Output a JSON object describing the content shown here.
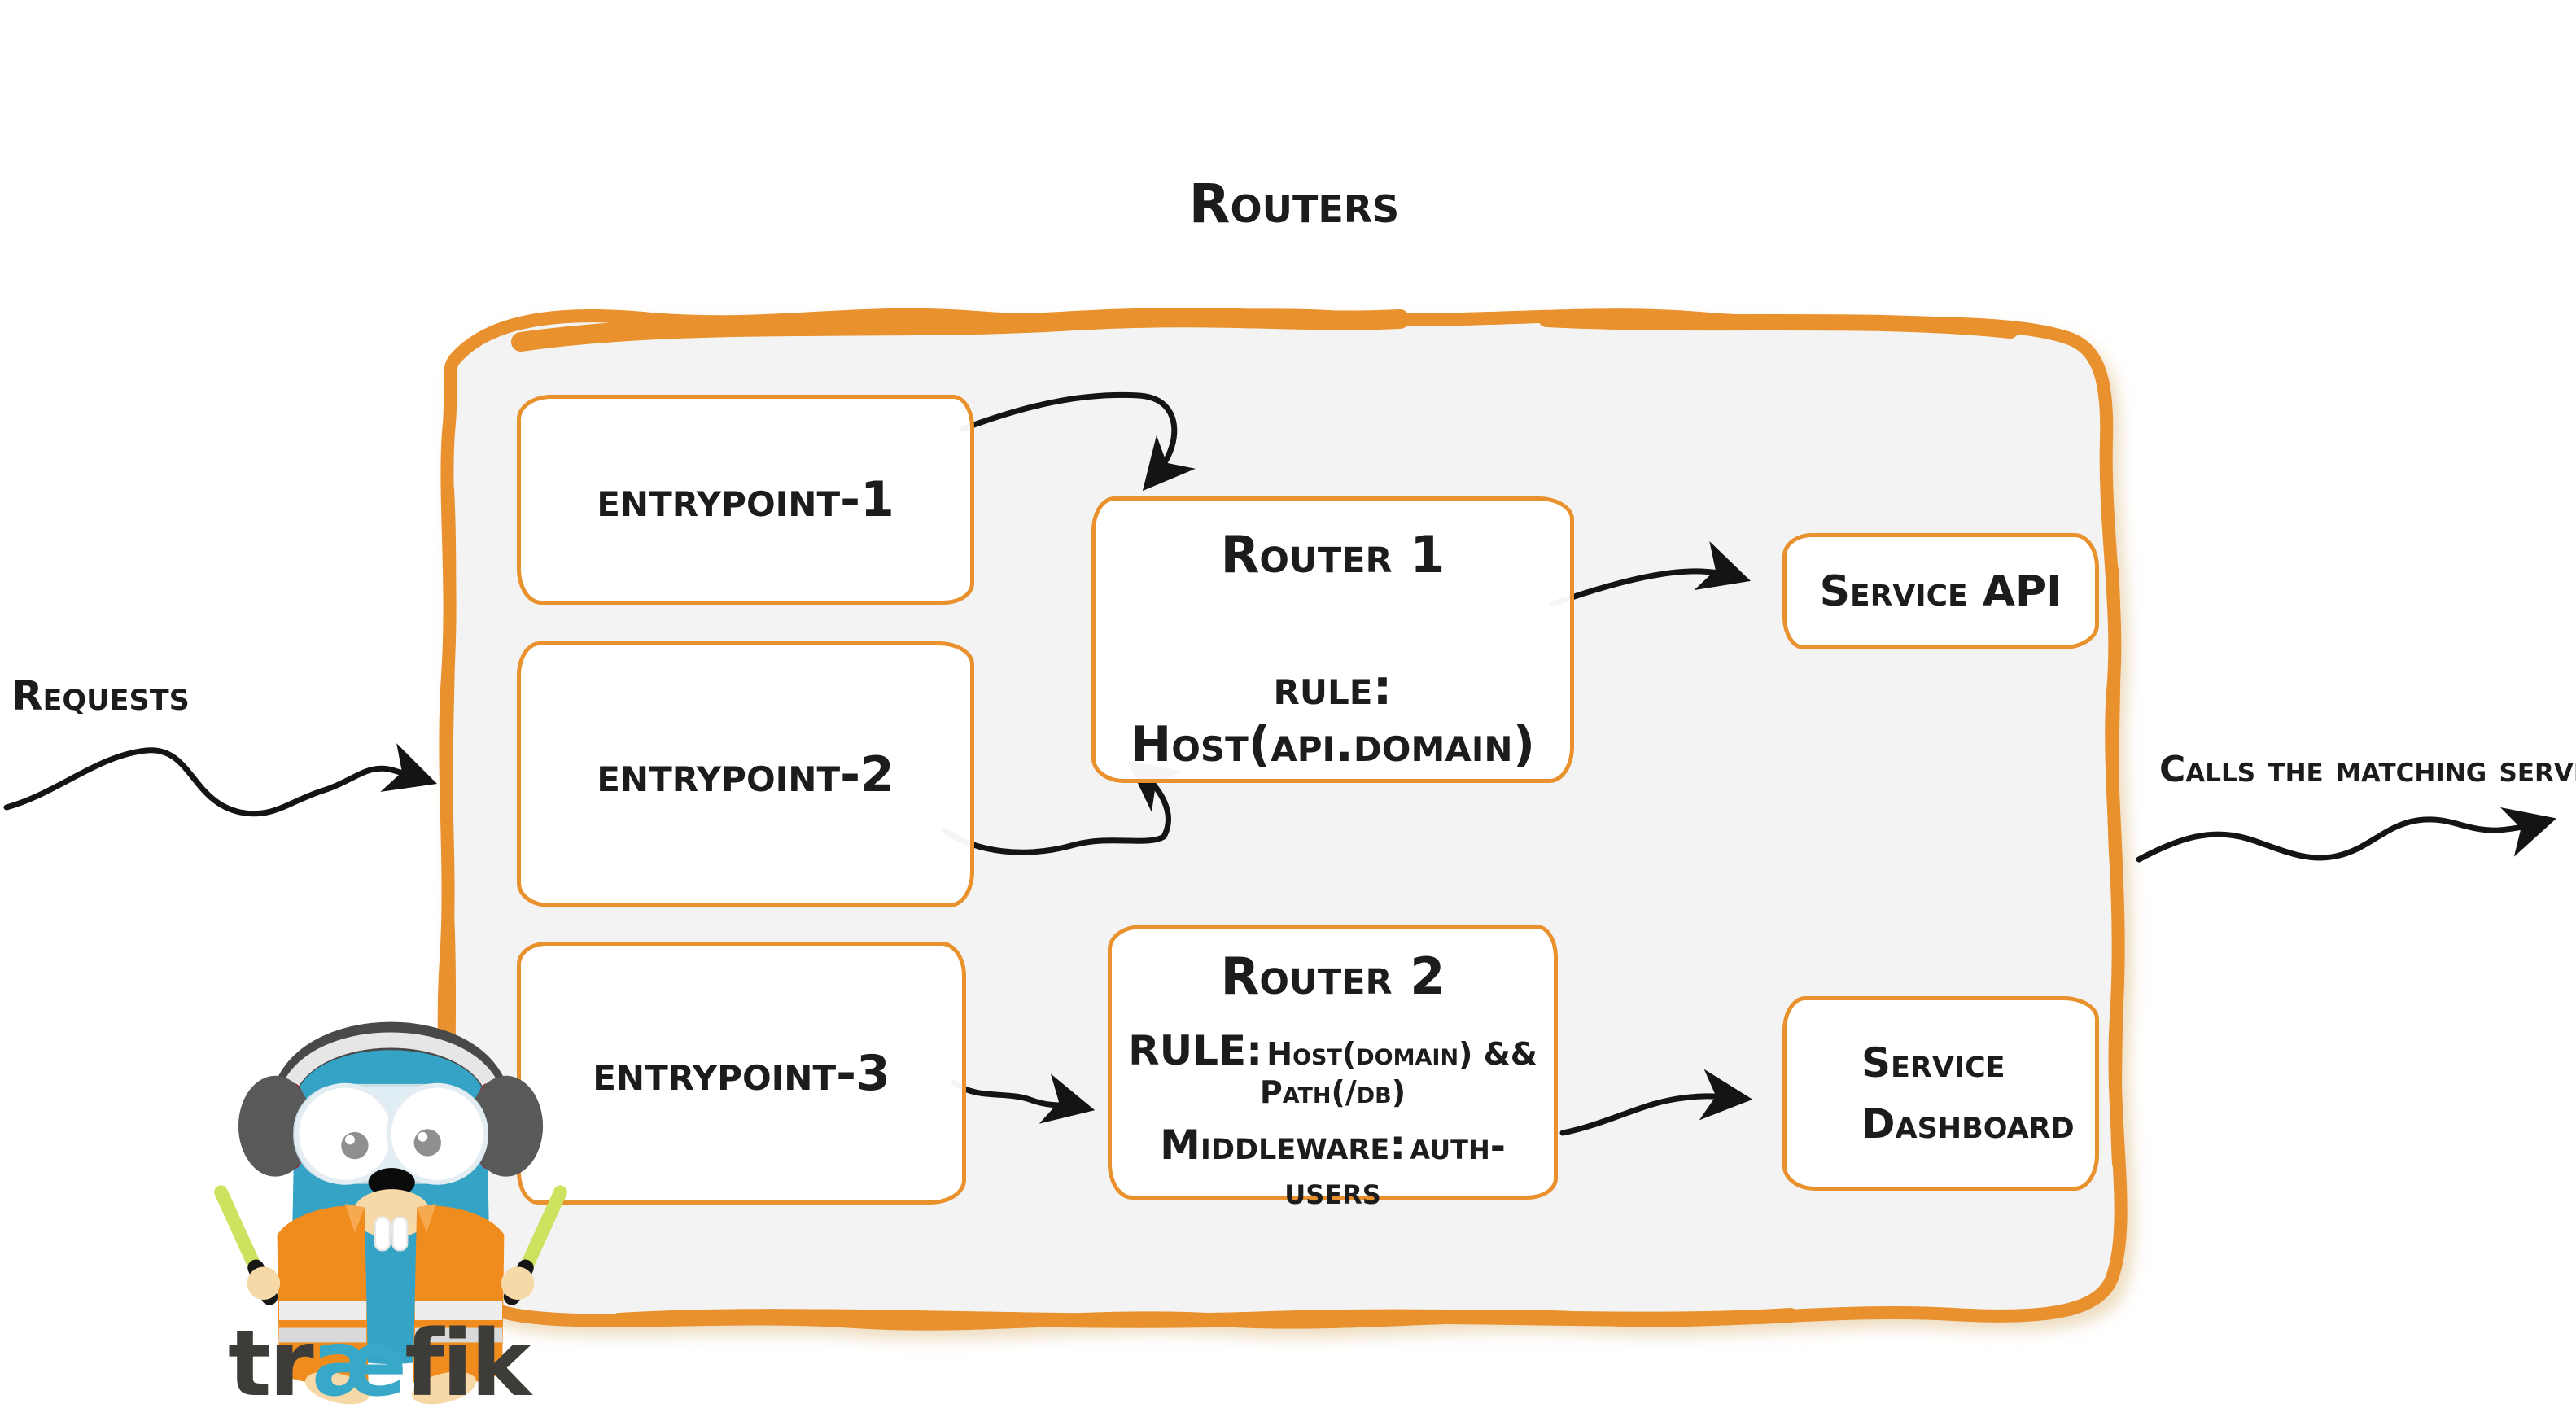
{
  "diagram": {
    "title": "Routers",
    "requests_label": "Requests",
    "output_label": "Calls the matching server",
    "entrypoints": [
      {
        "label": "entrypoint-1"
      },
      {
        "label": "entrypoint-2"
      },
      {
        "label": "entrypoint-3"
      }
    ],
    "routers": [
      {
        "title": "Router 1",
        "rule": "rule: Host(api.domain)"
      },
      {
        "title": "Router 2",
        "rule_label": "RULE:",
        "rule_value": "Host(domain) && Path(/db)",
        "middleware_label": "Middleware:",
        "middleware_value": "auth-users"
      }
    ],
    "services": [
      {
        "label": "Service API"
      },
      {
        "label": "Service Dashboard"
      }
    ],
    "logo": {
      "wordmark": "træfik",
      "wordmark_parts": [
        "tr",
        "æ",
        "fik"
      ]
    },
    "icons": {
      "request_arrow": "squiggle-arrow-right",
      "entry_to_router_arrows": "squiggle-arrow",
      "router_to_service_arrows": "squiggle-arrow-right",
      "output_arrow": "squiggle-arrow-right",
      "mascot": "traefik-gopher-with-headphones-and-safety-vest"
    },
    "colors": {
      "accent_orange": "#e8912d",
      "container_fill": "#f3f3f3",
      "ink": "#1c1c1c",
      "traefik_blue": "#37a8c8",
      "vest_orange": "#f08c1d",
      "stick_green": "#cde25f",
      "wordmark_gray": "#3d3c39",
      "background": "#ffffff"
    }
  }
}
